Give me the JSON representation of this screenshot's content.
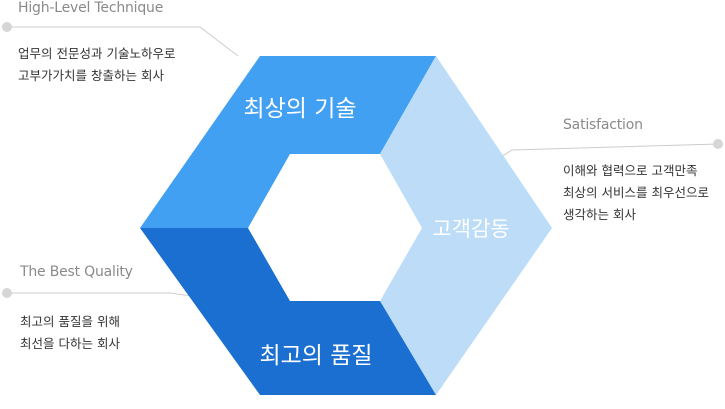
{
  "colors": {
    "top": "#41a0f2",
    "right": "#bcdcf8",
    "bottom": "#1a6fd0",
    "leader": "#cccccc",
    "dot": "#d6d6d6"
  },
  "segments": {
    "top": "최상의 기술",
    "right": "고객감동",
    "bottom": "최고의 품질"
  },
  "callouts": {
    "top_left": {
      "heading": "High-Level Technique",
      "lines": [
        "업무의 전문성과 기술노하우로",
        "고부가가치를 창출하는 회사"
      ]
    },
    "right": {
      "heading": "Satisfaction",
      "lines": [
        "이해와 협력으로 고객만족",
        "최상의 서비스를 최우선으로",
        "생각하는 회사"
      ]
    },
    "bottom_left": {
      "heading": "The Best Quality",
      "lines": [
        "최고의 품질을 위해",
        "최선을 다하는 회사"
      ]
    }
  }
}
